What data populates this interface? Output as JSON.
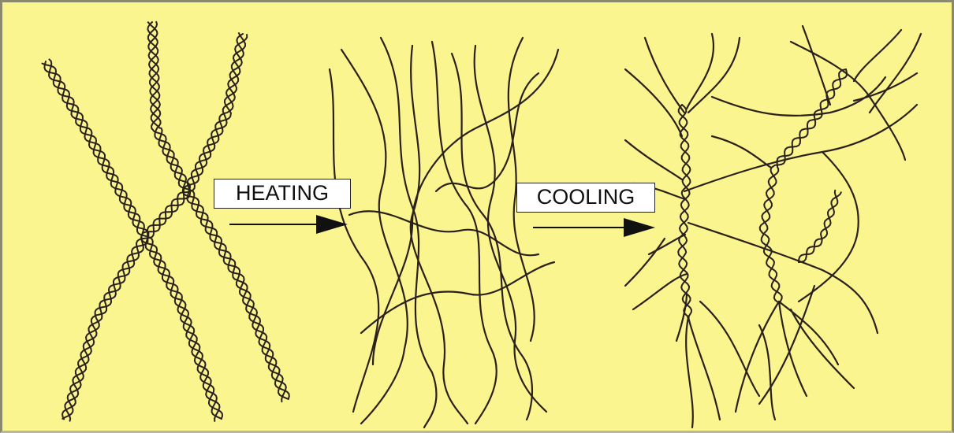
{
  "diagram": {
    "stages": [
      {
        "id": "triple-helix-fibers"
      },
      {
        "id": "random-coils"
      },
      {
        "id": "partially-renatured-gel"
      }
    ],
    "transitions": [
      {
        "label": "HEATING"
      },
      {
        "label": "COOLING"
      }
    ],
    "colors": {
      "background": "#fbf58f",
      "strand": "#2a201c",
      "label_box": "#ffffff"
    }
  }
}
